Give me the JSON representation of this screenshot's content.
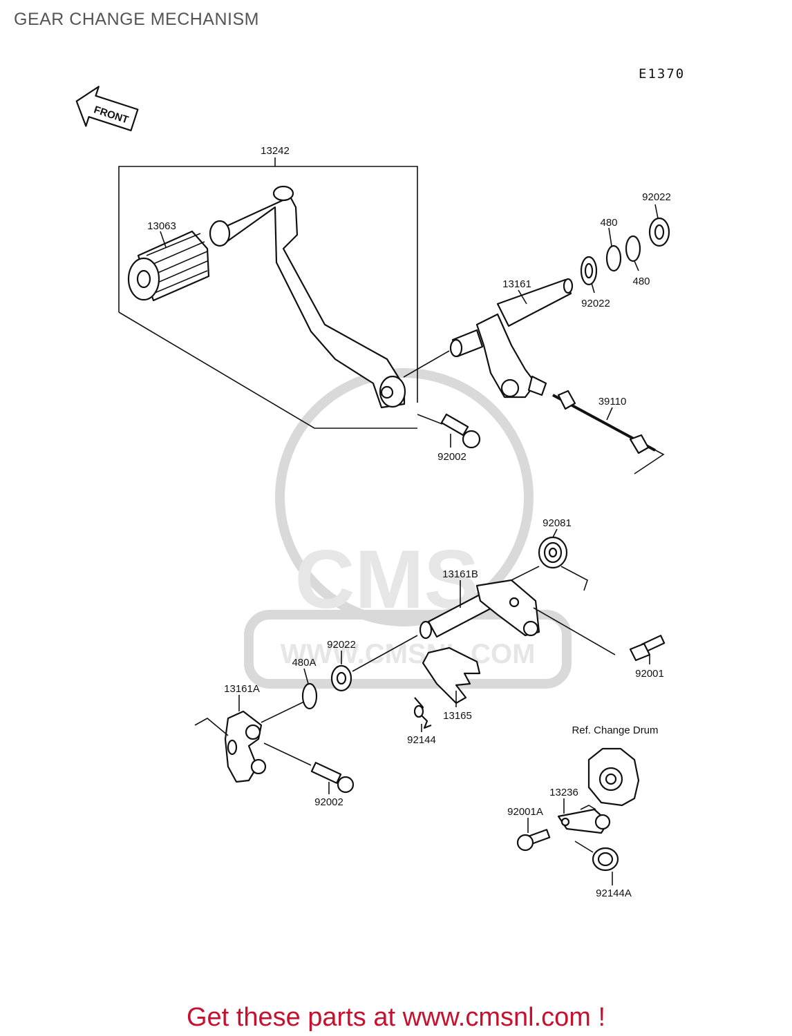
{
  "title": "GEAR CHANGE MECHANISM",
  "diagram_code": "E1370",
  "front_label": "FRONT",
  "watermark": {
    "brand": "CMS",
    "url": "WWW.CMSNL.COM"
  },
  "parts": [
    {
      "id": "p13242",
      "label": "13242"
    },
    {
      "id": "p13063",
      "label": "13063"
    },
    {
      "id": "p92022a",
      "label": "92022"
    },
    {
      "id": "p480a",
      "label": "480"
    },
    {
      "id": "p480b",
      "label": "480"
    },
    {
      "id": "p13161",
      "label": "13161"
    },
    {
      "id": "p92022b",
      "label": "92022"
    },
    {
      "id": "p39110",
      "label": "39110"
    },
    {
      "id": "p92002a",
      "label": "92002"
    },
    {
      "id": "p92081",
      "label": "92081"
    },
    {
      "id": "p13161B",
      "label": "13161B"
    },
    {
      "id": "p92022c",
      "label": "92022"
    },
    {
      "id": "p480A",
      "label": "480A"
    },
    {
      "id": "p92001",
      "label": "92001"
    },
    {
      "id": "p13161A",
      "label": "13161A"
    },
    {
      "id": "p13165",
      "label": "13165"
    },
    {
      "id": "p92144",
      "label": "92144"
    },
    {
      "id": "p92002b",
      "label": "92002"
    },
    {
      "id": "pDrum",
      "label": "Ref. Change Drum"
    },
    {
      "id": "p13236",
      "label": "13236"
    },
    {
      "id": "p92001A",
      "label": "92001A"
    },
    {
      "id": "p92144A",
      "label": "92144A"
    }
  ],
  "footer_cta": "Get these parts at www.cmsnl.com !",
  "colors": {
    "cta": "#c8102e",
    "title": "#555555",
    "watermark": "#d9d9d9"
  }
}
